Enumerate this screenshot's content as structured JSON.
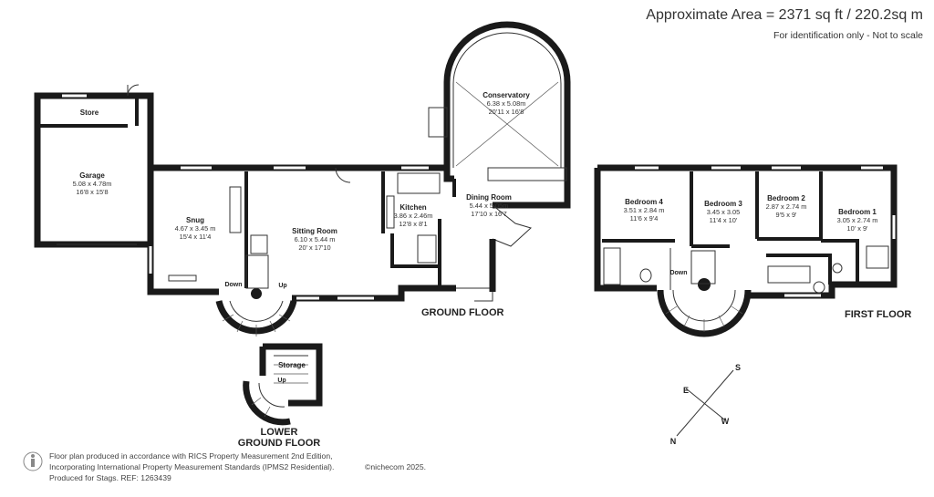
{
  "header": {
    "area": "Approximate Area = 2371 sq ft / 220.2sq m",
    "note": "For identification only - Not to scale"
  },
  "floors": {
    "ground": "GROUND FLOOR",
    "first": "FIRST FLOOR",
    "lower_line1": "LOWER",
    "lower_line2": "GROUND FLOOR"
  },
  "rooms": {
    "store": {
      "name": "Store"
    },
    "garage": {
      "name": "Garage",
      "metric": "5.08 x 4.78m",
      "imperial": "16'8 x 15'8"
    },
    "snug": {
      "name": "Snug",
      "metric": "4.67 x 3.45 m",
      "imperial": "15'4 x 11'4"
    },
    "sitting": {
      "name": "Sitting Room",
      "metric": "6.10 x 5.44 m",
      "imperial": "20' x 17'10"
    },
    "kitchen": {
      "name": "Kitchen",
      "metric": "3.86 x 2.46m",
      "imperial": "12'8 x 8'1"
    },
    "conservatory": {
      "name": "Conservatory",
      "metric": "6.38 x 5.08m",
      "imperial": "20'11 x 16'8"
    },
    "dining": {
      "name": "Dining Room",
      "metric": "5.44 x 5.05m",
      "imperial": "17'10 x 16'7"
    },
    "bed4": {
      "name": "Bedroom 4",
      "metric": "3.51 x 2.84 m",
      "imperial": "11'6 x 9'4"
    },
    "bed3": {
      "name": "Bedroom 3",
      "metric": "3.45 x 3.05",
      "imperial": "11'4 x 10'"
    },
    "bed2": {
      "name": "Bedroom 2",
      "metric": "2.87 x 2.74 m",
      "imperial": "9'5 x 9'"
    },
    "bed1": {
      "name": "Bedroom 1",
      "metric": "3.05 x 2.74 m",
      "imperial": "10' x 9'"
    },
    "storage": {
      "name": "Storage"
    }
  },
  "stairs": {
    "ground_down": "Down",
    "ground_up": "Up",
    "first_down": "Down",
    "lower_up": "Up"
  },
  "compass": {
    "n": "N",
    "s": "S",
    "e": "E",
    "w": "W"
  },
  "footer": {
    "line1": "Floor plan produced in accordance with RICS Property Measurement 2nd Edition,",
    "line2": "Incorporating International Property Measurement Standards (IPMS2 Residential).",
    "line3": "Produced for Stags.  REF: 1263439",
    "brand": "©nichecom 2025."
  },
  "colors": {
    "wall": "#1a1a1a",
    "line": "#333333",
    "window": "#ffffff"
  }
}
